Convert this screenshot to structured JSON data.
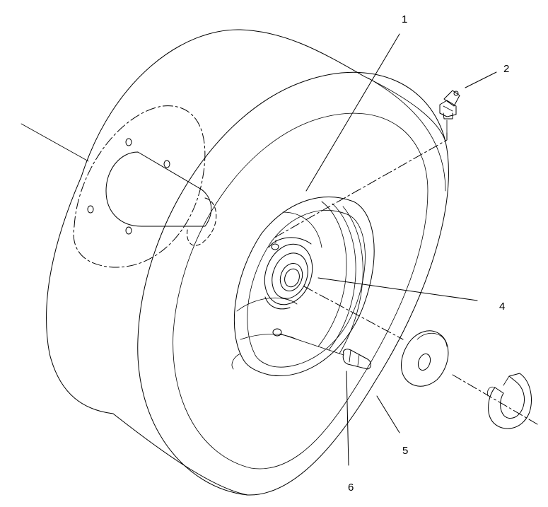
{
  "callouts": [
    {
      "id": "1",
      "label": "1"
    },
    {
      "id": "2",
      "label": "2"
    },
    {
      "id": "4",
      "label": "4"
    },
    {
      "id": "5",
      "label": "5"
    },
    {
      "id": "6",
      "label": "6"
    }
  ]
}
